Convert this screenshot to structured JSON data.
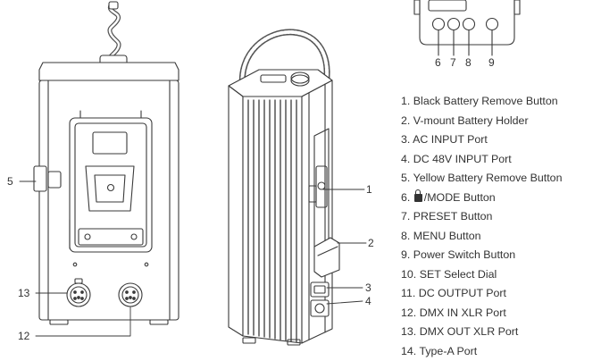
{
  "diagram": {
    "callouts": [
      "5",
      "13",
      "12",
      "1",
      "2",
      "3",
      "4",
      "6",
      "7",
      "8",
      "9"
    ],
    "legend": [
      {
        "num": "1.",
        "text": "Black Battery Remove Button"
      },
      {
        "num": "2.",
        "text": "V-mount Battery Holder"
      },
      {
        "num": "3.",
        "text": "AC INPUT Port"
      },
      {
        "num": "4.",
        "text": "DC 48V INPUT Port"
      },
      {
        "num": "5.",
        "text": "Yellow Battery Remove Button"
      },
      {
        "num": "6.",
        "text": "/MODE Button",
        "icon": "lock-icon"
      },
      {
        "num": "7.",
        "text": "PRESET Button"
      },
      {
        "num": "8.",
        "text": "MENU Button"
      },
      {
        "num": "9.",
        "text": "Power Switch Button"
      },
      {
        "num": "10.",
        "text": "SET Select Dial"
      },
      {
        "num": "11.",
        "text": "DC OUTPUT Port"
      },
      {
        "num": "12.",
        "text": "DMX IN XLR Port"
      },
      {
        "num": "13.",
        "text": "DMX OUT XLR Port"
      },
      {
        "num": "14.",
        "text": "Type-A Port"
      }
    ]
  }
}
